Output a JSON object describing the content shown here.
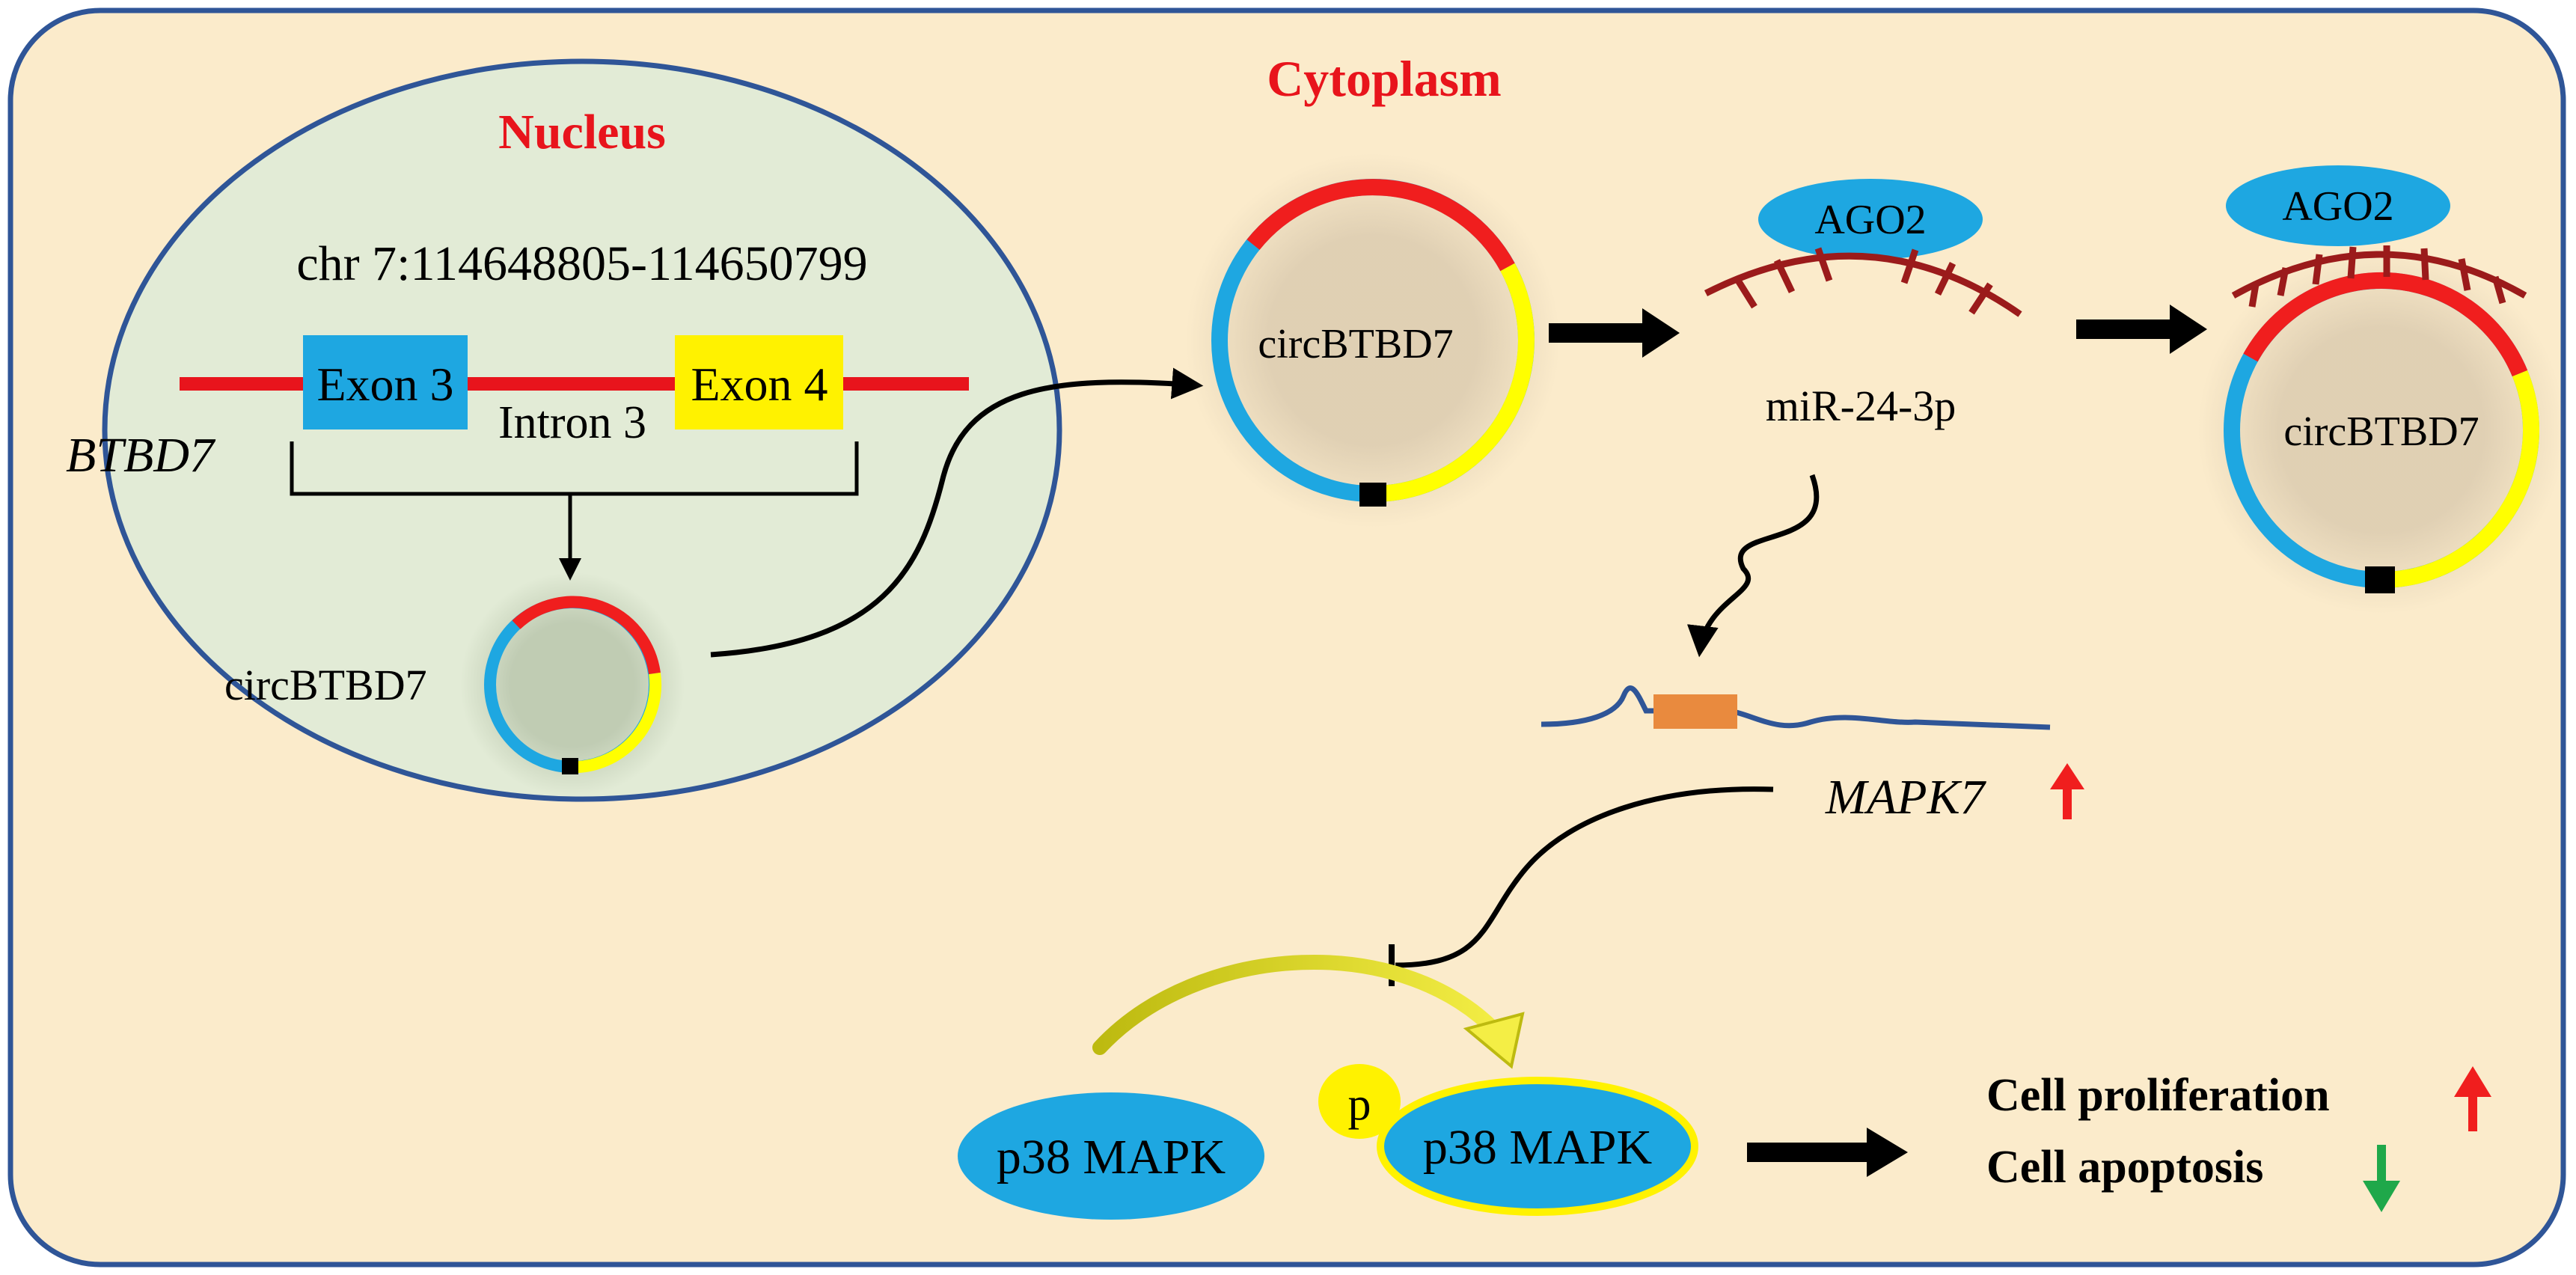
{
  "labels": {
    "cytoplasm": "Cytoplasm",
    "nucleus": "Nucleus",
    "chromosome": "chr 7:114648805-114650799",
    "exon3": "Exon 3",
    "exon4": "Exon 4",
    "intron3": "Intron 3",
    "gene": "BTBD7",
    "circ_nuclear": "circBTBD7",
    "circ_cyto": "circBTBD7",
    "circ_bound": "circBTBD7",
    "ago2_free": "AGO2",
    "ago2_bound": "AGO2",
    "mirna": "miR-24-3p",
    "target_gene": "MAPK7",
    "p38_left": "p38 MAPK",
    "p38_right": "p38 MAPK",
    "phospho": "p",
    "outcome_prolif": "Cell proliferation",
    "outcome_apop": "Cell apoptosis"
  },
  "colors": {
    "cell_fill": "#FBEBCB",
    "cell_border": "#2F5597",
    "nucleus_fill": "#E2EBD6",
    "nucleus_border": "#2F5597",
    "title_red": "#E8141C",
    "exon3": "#1EA7E1",
    "exon4": "#FFF200",
    "intron_line": "#E8141C",
    "circ_red": "#F01E1E",
    "circ_yellow": "#FFFF00",
    "circ_blue": "#1EA7E1",
    "ago2": "#1EA7E1",
    "mirna": "#9B1B1B",
    "mrna_line": "#2F5597",
    "mrna_site": "#E98A3E",
    "p38": "#1EA7E1",
    "phospho_yellow": "#FFF200",
    "arrow_up": "#F01E1E",
    "arrow_down": "#1FA84A"
  }
}
